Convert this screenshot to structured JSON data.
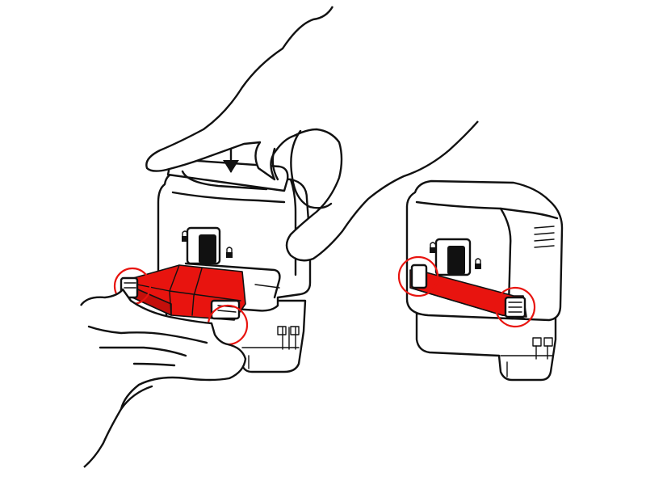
{
  "colors": {
    "accent": "#e8140f",
    "outline": "#111111",
    "background": "#ffffff"
  },
  "illustration": {
    "panels": [
      {
        "name": "removing-ink-pad",
        "icons": [
          "hand-icon",
          "press-arrow-icon",
          "unlock-icon",
          "lock-icon",
          "slider-switch-icon"
        ],
        "highlights": 2
      },
      {
        "name": "ink-pad-inserted",
        "icons": [
          "hand-icon",
          "unlock-icon",
          "lock-icon",
          "slider-switch-icon"
        ],
        "highlights": 2
      }
    ]
  }
}
